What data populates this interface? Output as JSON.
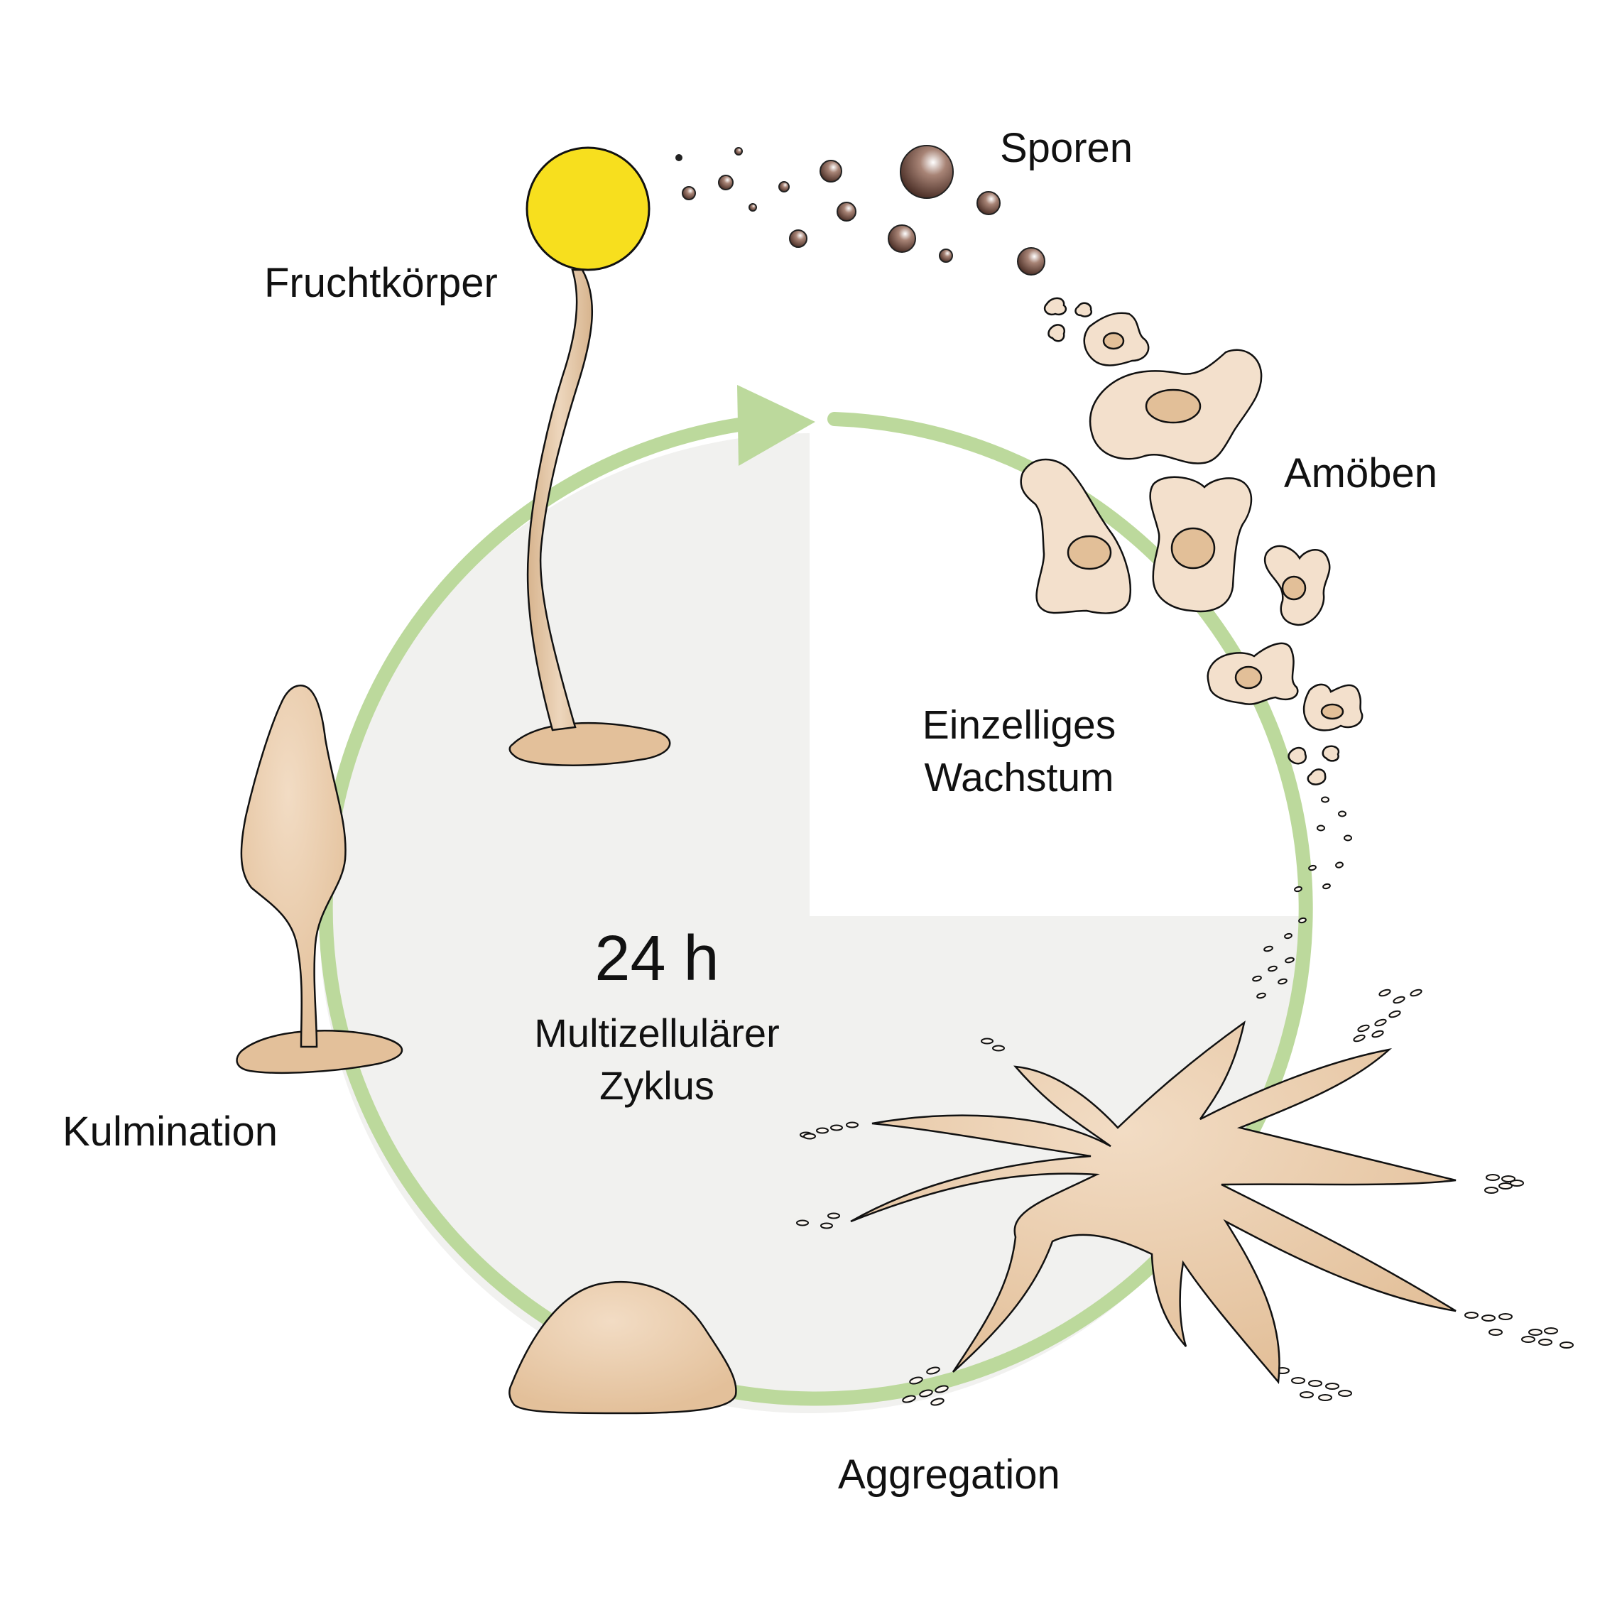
{
  "labels": {
    "sporen": "Sporen",
    "fruchtkoerper": "Fruchtkörper",
    "amoeben": "Amöben",
    "einzelliges_1": "Einzelliges",
    "einzelliges_2": "Wachstum",
    "duration": "24 h",
    "multi_1": "Multizellulärer",
    "multi_2": "Zyklus",
    "kulmination": "Kulmination",
    "aggregation": "Aggregation"
  },
  "colors": {
    "ring": "#bcd99c",
    "sector_fill": "#f1f1ef",
    "cell_fill": "#e3c09a",
    "amoeba_fill": "#f3e0cc",
    "nucleus_fill": "#e2bf98",
    "fruit_head": "#f7df1e",
    "spore": "#6b4a40",
    "outline": "#111111"
  }
}
